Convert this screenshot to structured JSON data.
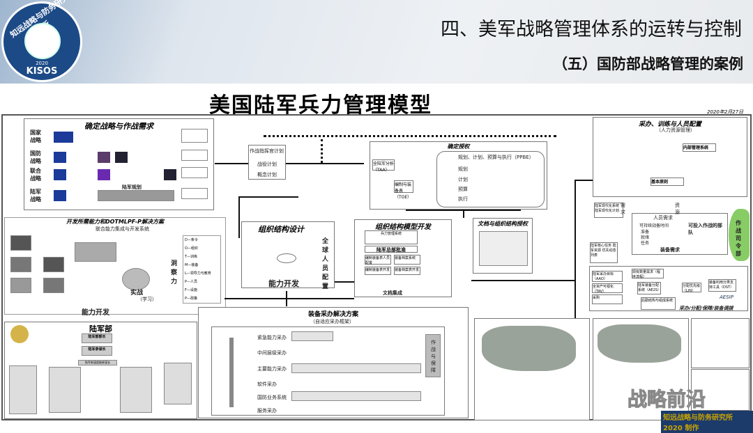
{
  "header": {
    "title": "四、美军战略管理体系的运转与控制",
    "subtitle": "（五）国防部战略管理的案例",
    "logo_text": "知远战略与防务研究所",
    "logo_year": "2020",
    "logo_abbr": "KISOS"
  },
  "slide": {
    "title": "美国陆军兵力管理模型",
    "date": "2020年2月27日"
  },
  "strategy": {
    "title": "确定战略与作战需求",
    "rows": [
      "国家战略",
      "国防战略",
      "联合战略",
      "陆军战略"
    ],
    "army_planning": "陆军规划"
  },
  "commander": {
    "title": "作战指挥官计划",
    "items": [
      "战役计划",
      "概念计划"
    ]
  },
  "authorization": {
    "title": "确定授权",
    "ppbe": "规划、计划、预算与执行（PPBE）",
    "taa": "全陆军分析（TAA）",
    "toe": "编制与装备表（TOE）",
    "steps": [
      "规划",
      "计划",
      "预算",
      "执行"
    ]
  },
  "hr": {
    "title": "采办、训练与人员配置",
    "subtitle": "（人力资源管理）",
    "internal": "内部管理系统",
    "principle": "基本原则"
  },
  "modernization": {
    "system": "陆军现代化系统",
    "plan": "陆军现代化计划",
    "priority": "陆军核心任务 陆军资源 优先动态列表"
  },
  "readiness": {
    "personnel": "人员需求",
    "cycle": "可持续战备时间",
    "levels": [
      "准备",
      "就绪",
      "任务"
    ],
    "deployable": "可投入作战的部队",
    "equipment": "装备需求",
    "demand": "需求",
    "resource": "资源",
    "combatant": "作战司令部"
  },
  "acq_dist": {
    "aao": "陆军采办目标（AAO）",
    "tav": "全资产可视化（TAV）",
    "procure": "采购",
    "qty": "现有数量需求（程序流程）",
    "ae2s": "陆军装备分配系统（AE2S）",
    "lin": "分配优先级（LIN）",
    "logistics": "后勤结构与组成系统",
    "dst": "装备利用分类支持工具（DST）",
    "aesip": "AESIP",
    "caption": "采办/分配/保障/装备调拨"
  },
  "dotmlpf": {
    "title": "开发所需能力和DOTMLPF-P解决方案",
    "subtitle": "联合能力集成与开发系统",
    "items": [
      "D—条令",
      "O—组织",
      "T—训练",
      "M—装备",
      "L—领导力与教育",
      "P—人员",
      "F—设施",
      "P—政策"
    ],
    "insight": "洞察力",
    "practice": "实战",
    "learn": "（学习）",
    "footer": "能力开发"
  },
  "org_design": {
    "title": "组织结构设计",
    "footer": "能力开发",
    "side": "全球人员配置"
  },
  "org_model": {
    "title": "组织结构模型开发",
    "system": "兵力管理系统",
    "approval": "陆军总部批准",
    "left1": "编制装备表人员配置",
    "right1": "装备档案系统",
    "left2": "编制装备表开发",
    "right2": "装备档案表开发",
    "footer": "文档集成"
  },
  "doc_auth": {
    "title": "文档与组织结构授权"
  },
  "materiel": {
    "title": "装备采办解决方案",
    "subtitle": "（自适应采办框架）",
    "end": "作战与保障",
    "rows": [
      "紧急能力采办",
      "中间层级采办",
      "主要能力采办",
      "软件采办",
      "国防业务系统",
      "服务采办"
    ]
  },
  "army_dept": {
    "title": "陆军部",
    "secretary": "陆军部部长",
    "chief": "陆军参谋长",
    "vice": "陆军参谋部副参谋长"
  },
  "watermark": "战略前沿",
  "footer": {
    "org": "知远战略与防务研究所",
    "year": "2020 制作"
  }
}
